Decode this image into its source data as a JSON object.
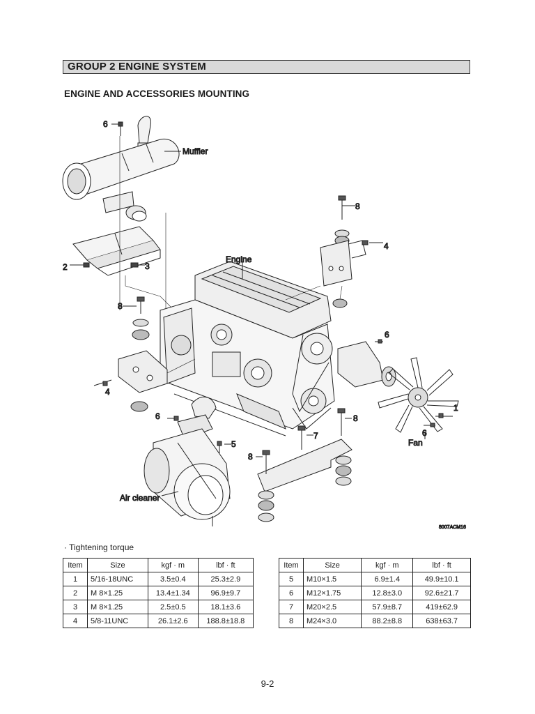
{
  "header": {
    "group_title": "GROUP  2  ENGINE SYSTEM"
  },
  "section": {
    "title": "ENGINE  AND ACCESSORIES MOUNTING"
  },
  "figure": {
    "labels": {
      "muffler": "Muffler",
      "engine": "Engine",
      "fan": "Fan",
      "air_cleaner": "Air cleaner",
      "drawing_code": "8007ACM16"
    },
    "callouts": {
      "muffler_bolt": "6",
      "mount_bolt_left": "2",
      "mount_bolt_left_3": "3",
      "rear_right_bolt": "8",
      "rear_right_nut": "4",
      "front_left_bolt": "8",
      "front_left_nut": "4",
      "pump_bolt": "6",
      "fan_bolt_1": "1",
      "fan_bolt_6": "6",
      "bracket_bolt_8": "8",
      "bracket_bolt_7": "7",
      "front_bracket_bolt_8": "8",
      "air_cleaner_bolt_6": "6",
      "air_cleaner_bolt_5": "5"
    }
  },
  "torque": {
    "title": "· Tightening torque",
    "headers": {
      "item": "Item",
      "size": "Size",
      "kgf": "kgf · m",
      "lbf": "lbf · ft"
    },
    "left_rows": [
      {
        "item": "1",
        "size": "5/16-18UNC",
        "kgf": "3.5±0.4",
        "lbf": "25.3±2.9"
      },
      {
        "item": "2",
        "size": "M  8×1.25",
        "kgf": "13.4±1.34",
        "lbf": "96.9±9.7"
      },
      {
        "item": "3",
        "size": "M  8×1.25",
        "kgf": "2.5±0.5",
        "lbf": "18.1±3.6"
      },
      {
        "item": "4",
        "size": "5/8-11UNC",
        "kgf": "26.1±2.6",
        "lbf": "188.8±18.8"
      }
    ],
    "right_rows": [
      {
        "item": "5",
        "size": "M10×1.5",
        "kgf": "6.9±1.4",
        "lbf": "49.9±10.1"
      },
      {
        "item": "6",
        "size": "M12×1.75",
        "kgf": "12.8±3.0",
        "lbf": "92.6±21.7"
      },
      {
        "item": "7",
        "size": "M20×2.5",
        "kgf": "57.9±8.7",
        "lbf": "419±62.9"
      },
      {
        "item": "8",
        "size": "M24×3.0",
        "kgf": "88.2±8.8",
        "lbf": "638±63.7"
      }
    ]
  },
  "page": {
    "number": "9-2"
  }
}
